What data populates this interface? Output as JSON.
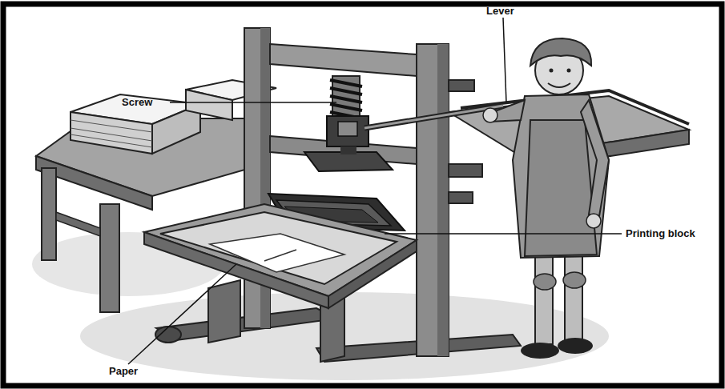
{
  "diagram": {
    "labels": [
      "Screw",
      "Lever",
      "Printing block",
      "Paper"
    ]
  }
}
